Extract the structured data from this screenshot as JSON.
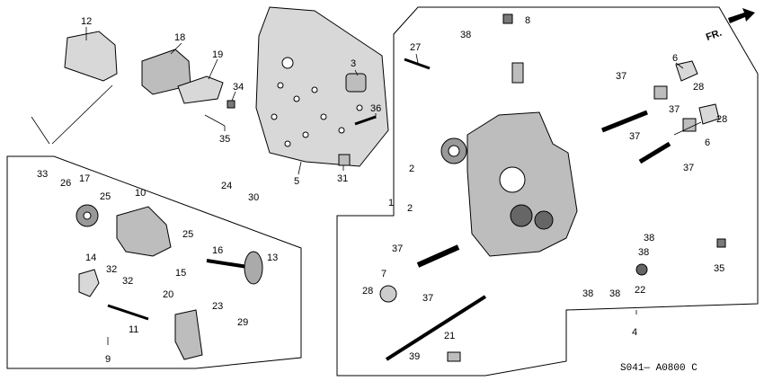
{
  "labels": {
    "p1": "1",
    "p2a": "2",
    "p2b": "2",
    "p3": "3",
    "p4": "4",
    "p5": "5",
    "p6a": "6",
    "p6b": "6",
    "p7": "7",
    "p8": "8",
    "p9": "9",
    "p10": "10",
    "p11": "11",
    "p12": "12",
    "p13": "13",
    "p14": "14",
    "p15": "15",
    "p16": "16",
    "p17": "17",
    "p18": "18",
    "p19": "19",
    "p20": "20",
    "p21": "21",
    "p22": "22",
    "p23": "23",
    "p24": "24",
    "p25a": "25",
    "p25b": "25",
    "p26": "26",
    "p27": "27",
    "p28a": "28",
    "p28b": "28",
    "p28c": "28",
    "p29": "29",
    "p30": "30",
    "p31": "31",
    "p32a": "32",
    "p32b": "32",
    "p33": "33",
    "p34": "34",
    "p35a": "35",
    "p35b": "35",
    "p36": "36",
    "p37a": "37",
    "p37b": "37",
    "p37c": "37",
    "p37d": "37",
    "p37e": "37",
    "p37f": "37",
    "p38a": "38",
    "p38b": "38",
    "p38c": "38",
    "p38d": "38",
    "p38e": "38",
    "p39": "39"
  },
  "direction_label": "FR.",
  "diagram_code": "S041— A0800 C"
}
